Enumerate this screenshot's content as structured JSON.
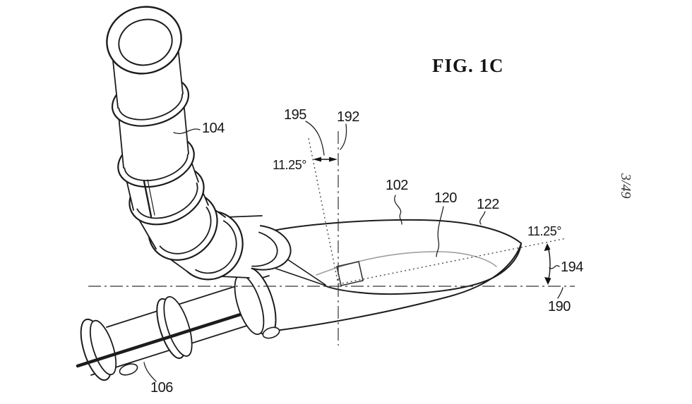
{
  "figure": {
    "title": "FIG. 1C",
    "page_number": "3/49"
  },
  "references": {
    "r104": "104",
    "r106": "106",
    "r102": "102",
    "r120": "120",
    "r122": "122",
    "r190": "190",
    "r192": "192",
    "r194": "194",
    "r195": "195",
    "angle_from_vertical": "11.25°",
    "angle_from_horizontal": "11.25°"
  },
  "colors": {
    "background": "#ffffff",
    "line": "#1c1c1c",
    "centerline": "#333333",
    "inner_bowl_line": "#a0a0a0"
  }
}
